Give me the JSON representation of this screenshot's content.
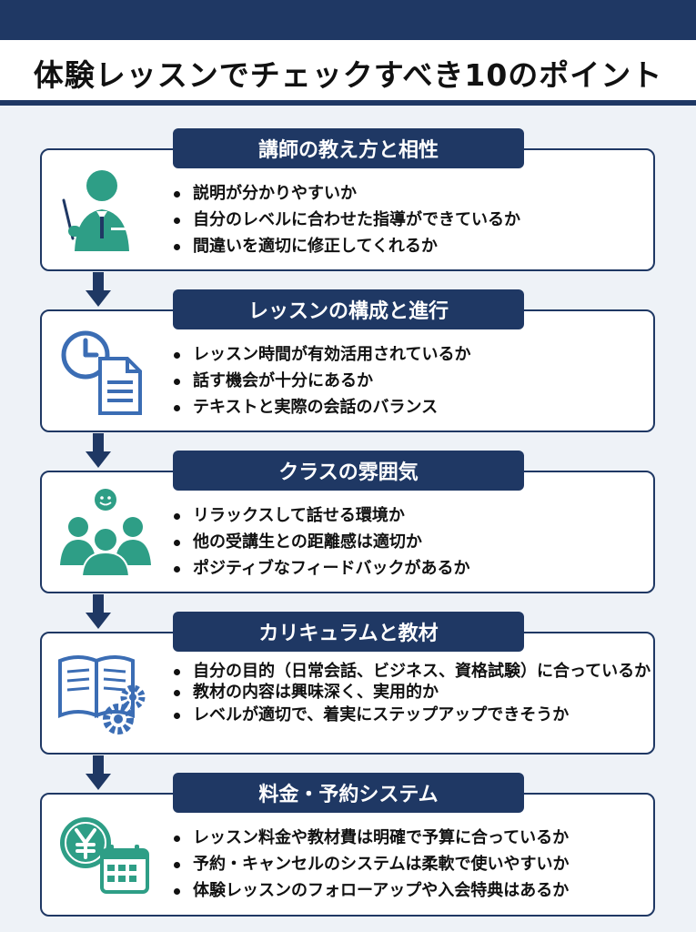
{
  "title": "体験レッスンでチェックすべき10のポイント",
  "colors": {
    "navy": "#1f3864",
    "teal": "#2e9e86",
    "blue": "#3b6db4",
    "background": "#eef2f7"
  },
  "sections": [
    {
      "label": "講師の教え方と相性",
      "icon": "teacher-icon",
      "bullets": [
        "説明が分かりやすいか",
        "自分のレベルに合わせた指導ができているか",
        "間違いを適切に修正してくれるか"
      ]
    },
    {
      "label": "レッスンの構成と進行",
      "icon": "clock-document-icon",
      "bullets": [
        "レッスン時間が有効活用されているか",
        "話す機会が十分にあるか",
        "テキストと実際の会話のバランス"
      ]
    },
    {
      "label": "クラスの雰囲気",
      "icon": "group-people-icon",
      "bullets": [
        "リラックスして話せる環境か",
        "他の受講生との距離感は適切か",
        "ポジティブなフィードバックがあるか"
      ]
    },
    {
      "label": "カリキュラムと教材",
      "icon": "book-gears-icon",
      "bullets": [
        "自分の目的（日常会話、ビジネス、資格試験）に合っているか",
        "教材の内容は興味深く、実用的か",
        "レベルが適切で、着実にステップアップできそうか"
      ]
    },
    {
      "label": "料金・予約システム",
      "icon": "yen-calendar-icon",
      "bullets": [
        "レッスン料金や教材費は明確で予算に合っているか",
        "予約・キャンセルのシステムは柔軟で使いやすいか",
        "体験レッスンのフォローアップや入会特典はあるか"
      ]
    }
  ]
}
